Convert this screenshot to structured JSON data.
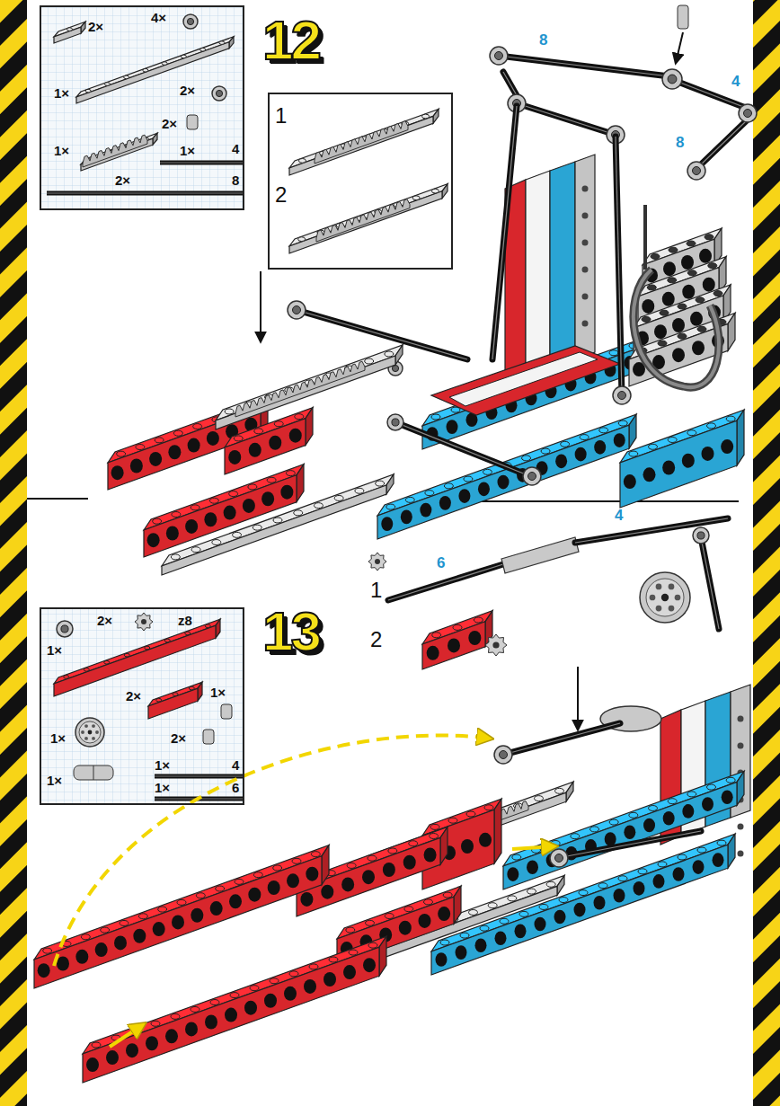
{
  "diagram": {
    "nodes": [
      {
        "text": [
          "2×",
          "4×",
          "1×",
          "2×",
          "2×",
          "1×",
          "1×",
          "4",
          "2×",
          "8"
        ]
      },
      {
        "text": [
          "1",
          "2"
        ]
      },
      {
        "text": [
          "2×",
          "z8",
          "1×",
          "2×",
          "1×",
          "1×",
          "2×",
          "1×",
          "1×",
          "4",
          "1×",
          "6"
        ]
      }
    ],
    "labels": [
      "12",
      "8",
      "4",
      "8",
      "13",
      "4",
      "6",
      "1",
      "2"
    ]
  }
}
